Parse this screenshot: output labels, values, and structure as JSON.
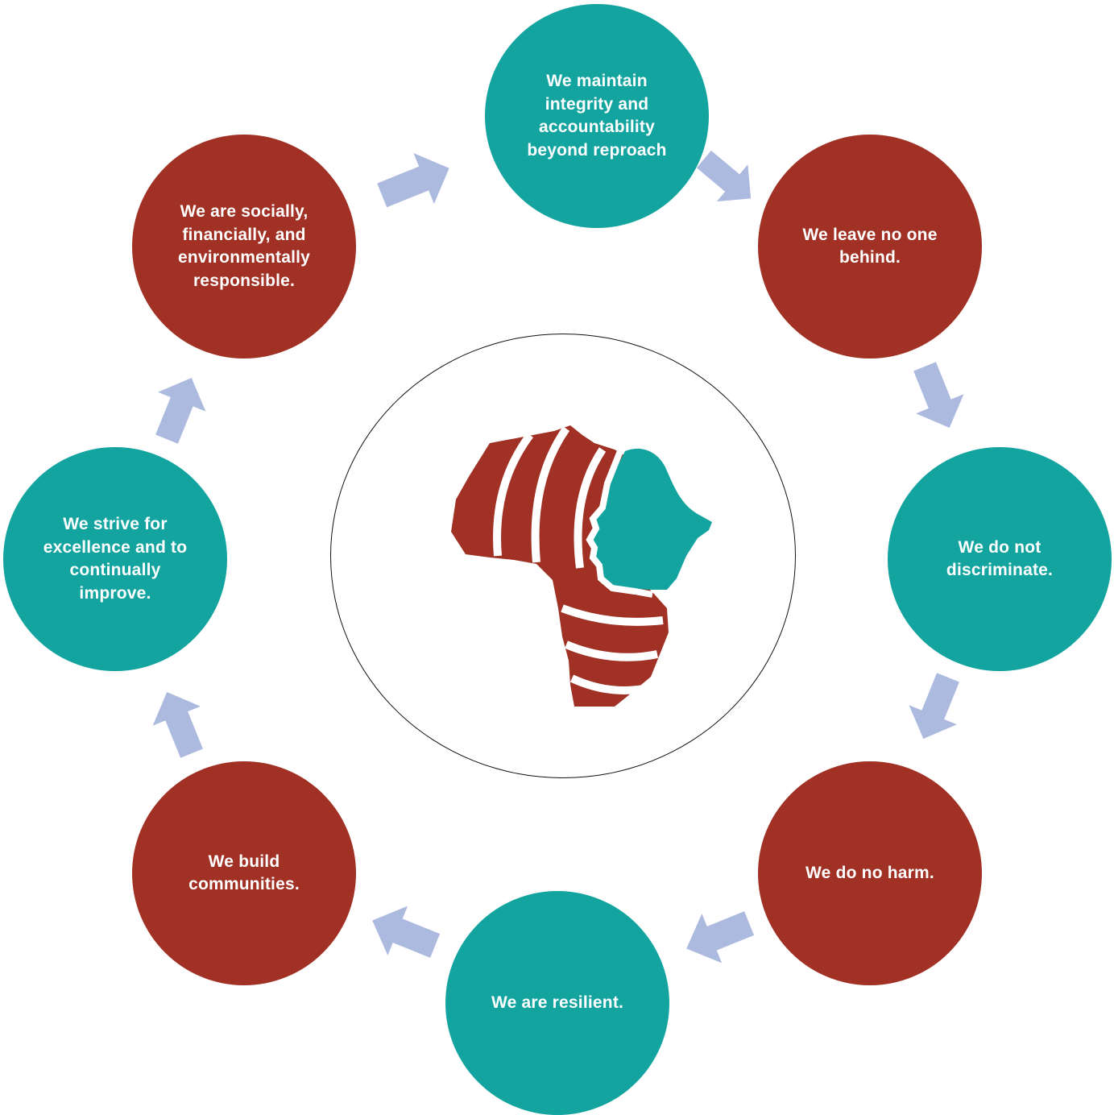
{
  "colors": {
    "teal": "#13a4a0",
    "rust": "#a03124",
    "arrow": "#adbadf",
    "hub_border": "#111111"
  },
  "hub": {
    "icon": "africa-woman-logo-icon"
  },
  "values": [
    {
      "text": "We maintain integrity and accountability beyond reproach",
      "color": "teal"
    },
    {
      "text": "We leave no one behind.",
      "color": "rust"
    },
    {
      "text": "We do not discriminate.",
      "color": "teal"
    },
    {
      "text": "We do no harm.",
      "color": "rust"
    },
    {
      "text": "We are resilient.",
      "color": "teal"
    },
    {
      "text": "We build communities.",
      "color": "rust"
    },
    {
      "text": "We strive for excellence and to continually improve.",
      "color": "teal"
    },
    {
      "text": "We are socially, financially, and environmentally responsible.",
      "color": "rust"
    }
  ]
}
